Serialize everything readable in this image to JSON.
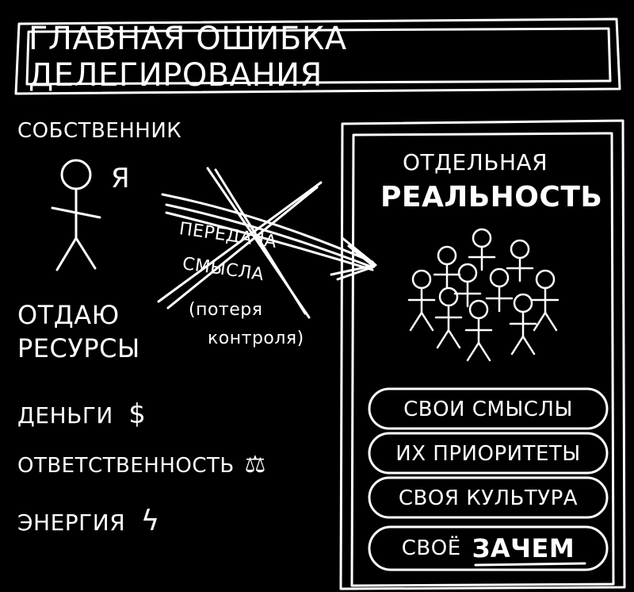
{
  "title": "ГЛАВНАЯ ОШИБКА ДЕЛЕГИРОВАНИЯ",
  "left": {
    "owner_label": "СОБСТВЕННИК",
    "me_label": "Я",
    "give_line1": "ОТДАЮ",
    "give_line2": "РЕСУРСЫ",
    "resources": [
      {
        "label": "ДЕНЬГИ",
        "symbol": "$",
        "icon": "dollar-icon"
      },
      {
        "label": "ОТВЕТСТВЕННОСТЬ",
        "symbol": "⚖",
        "icon": "scales-icon"
      },
      {
        "label": "ЭНЕРГИЯ",
        "symbol": "ϟ",
        "icon": "lightning-icon"
      }
    ]
  },
  "middle": {
    "transfer_line1": "ПЕРЕДАЧА",
    "transfer_line2": "СМЫСЛА",
    "loss_line1": "(потеря",
    "loss_line2": "контроля)"
  },
  "right": {
    "heading_line1": "ОТДЕЛЬНАЯ",
    "heading_line2": "РЕАЛЬНОСТЬ",
    "pills": [
      "СВОИ СМЫСЛЫ",
      "ИХ ПРИОРИТЕТЫ",
      "СВОЯ КУЛЬТУРА"
    ],
    "last_pill_prefix": "СВОЁ",
    "last_pill_emphasis": "ЗАЧЕМ"
  },
  "colors": {
    "background": "#000000",
    "ink": "#ffffff"
  }
}
